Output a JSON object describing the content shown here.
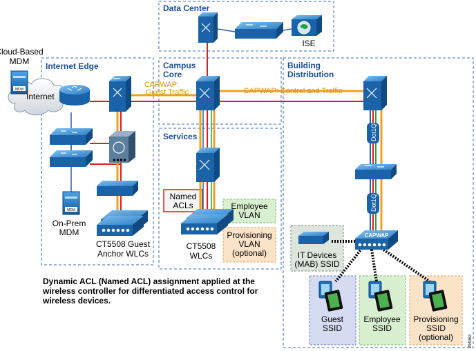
{
  "zones": {
    "data_center": "Data Center",
    "internet_edge": "Internet Edge",
    "campus_core_1": "Campus",
    "campus_core_2": "Core",
    "services": "Services",
    "building_dist_1": "Building",
    "building_dist_2": "Distribution"
  },
  "labels": {
    "cloud_mdm_1": "Cloud-Based",
    "cloud_mdm_2": "MDM",
    "mdm_badge": "MDM",
    "internet": "Internet",
    "onprem_1": "On-Prem",
    "onprem_2": "MDM",
    "guest_wlc_1": "CT5508 Guest",
    "guest_wlc_2": "Anchor WLCs",
    "wlc_1": "CT5508",
    "wlc_2": "WLCs",
    "ise": "ISE",
    "capwap_guest_1": "CAPWAP:",
    "capwap_guest_2": "Guest Traffic",
    "capwap_control": "CAPWAP: Control and Traffic",
    "dot1q_1": "Dot1Q",
    "dot1q_2": "Dot1Q",
    "capwap_ap": "CAPWAP",
    "named_acls_1": "Named",
    "named_acls_2": "ACLs",
    "employee_vlan_1": "Employee",
    "employee_vlan_2": "VLAN",
    "prov_vlan_1": "Provisioning",
    "prov_vlan_2": "VLAN",
    "prov_vlan_3": "(optional)",
    "it_devices_1": "IT Devices",
    "it_devices_2": "(MAB) SSID",
    "guest_ssid_1": "Guest",
    "guest_ssid_2": "SSID",
    "employee_ssid_1": "Employee",
    "employee_ssid_2": "SSID",
    "prov_ssid_1": "Provisioning",
    "prov_ssid_2": "SSID",
    "prov_ssid_3": "(optional)",
    "caption_1": "Dynamic ACL (Named ACL) assignment applied at the",
    "caption_2": "wireless controller for differentiated access control for",
    "caption_3": "wireless devices.",
    "figure_id": "294062"
  },
  "colors": {
    "zone_border": "#3a6db5",
    "zone_title": "#1b4f9c",
    "orange_path": "#f0a020",
    "red_link": "#d82020",
    "blue_link": "#2a5db0",
    "green_link": "#2e9b3c",
    "device_blue": "#1e6fb8",
    "acl_border": "#d02020",
    "employee_fill": "#d8f0d0",
    "prov_fill": "#fbe3c8",
    "guest_fill": "#d5dcf2",
    "it_fill": "#dde5dd"
  }
}
